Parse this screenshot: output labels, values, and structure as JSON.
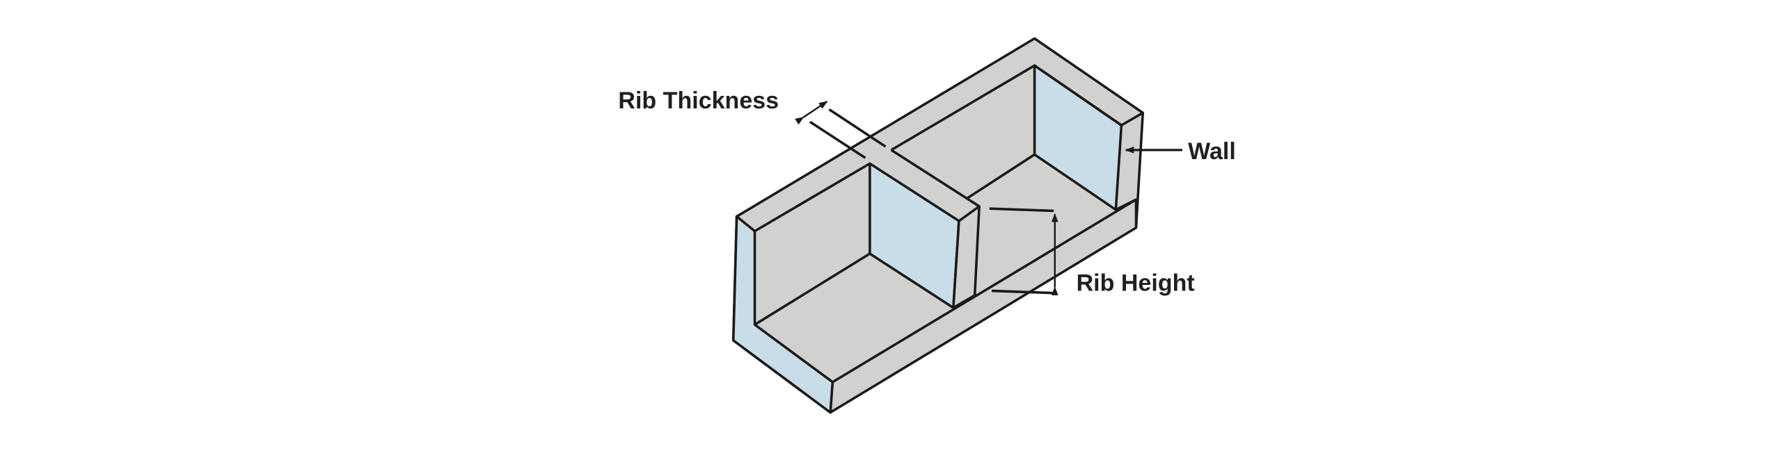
{
  "diagram": {
    "labels": {
      "rib_thickness": "Rib Thickness",
      "wall": "Wall",
      "rib_height": "Rib Height"
    },
    "colors": {
      "surface_gray": "#d1d1cf",
      "face_blue": "#c9dde8",
      "outline": "#1a1a1a"
    }
  }
}
